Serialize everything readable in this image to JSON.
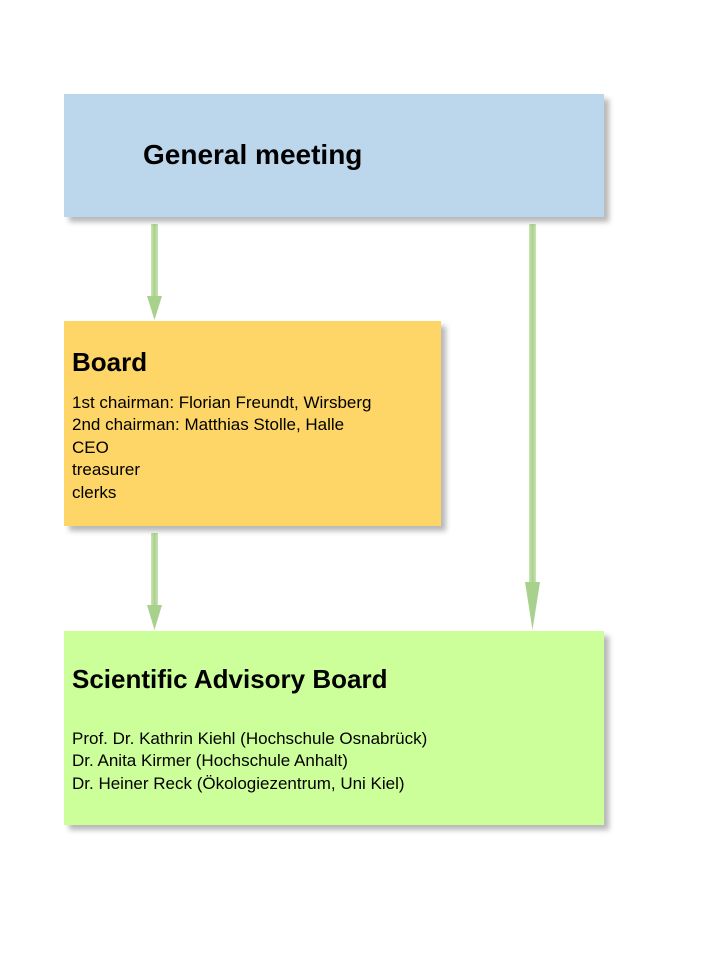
{
  "general": {
    "title": "General meeting"
  },
  "board": {
    "title": "Board",
    "lines": [
      "1st chairman: Florian Freundt, Wirsberg",
      "2nd chairman: Matthias Stolle, Halle",
      "CEO",
      "treasurer",
      "clerks"
    ]
  },
  "advisory": {
    "title": "Scientific Advisory Board",
    "members": [
      "Prof. Dr. Kathrin Kiehl (Hochschule Osnabrück)",
      "Dr. Anita Kirmer (Hochschule Anhalt)",
      "Dr. Heiner Reck (Ökologiezentrum, Uni Kiel)"
    ]
  },
  "colors": {
    "general_fill": "#bcd6ec",
    "board_fill": "#fdd667",
    "advisory_fill": "#ccff99",
    "arrow": "#a9d18e"
  },
  "connectors": [
    {
      "from": "General meeting",
      "to": "Board"
    },
    {
      "from": "Board",
      "to": "Scientific Advisory Board"
    },
    {
      "from": "General meeting",
      "to": "Scientific Advisory Board"
    }
  ]
}
